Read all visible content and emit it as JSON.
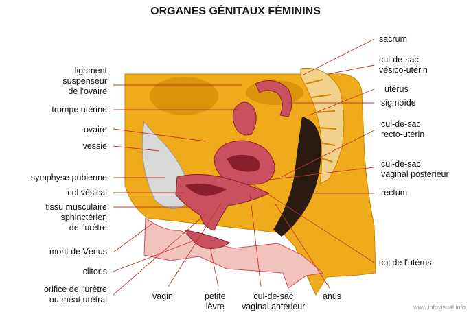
{
  "title": "ORGANES GÉNITAUX FÉMININS",
  "colors": {
    "tissue": "#f0ab1c",
    "tissue_dark": "#c98400",
    "skin": "#f2c2bc",
    "organ_red": "#c9505e",
    "organ_dark": "#8a1e2c",
    "bladder": "#d9d9d9",
    "bone": "#f2d28a",
    "line": "#c0392b"
  },
  "labels": {
    "sacrum": "sacrum",
    "cds_vesico": [
      "cul-de-sac",
      "vésico-utérin"
    ],
    "uterus": "utérus",
    "sigmoide": "sigmoïde",
    "cds_recto": [
      "cul-de-sac",
      "recto-utérin"
    ],
    "cds_vag_post": [
      "cul-de-sac",
      "vaginal postérieur"
    ],
    "rectum": "rectum",
    "col_uterus": "col de l'utérus",
    "ligament": [
      "ligament",
      "suspenseur",
      "de l'ovaire"
    ],
    "trompe": "trompe utérine",
    "ovaire": "ovaire",
    "vessie": "vessie",
    "symphyse": "symphyse pubienne",
    "col_vesical": "col vésical",
    "tissu": [
      "tissu musculaire",
      "sphinctérien",
      "de l'urètre"
    ],
    "mont": "mont de Vénus",
    "clitoris": "clitoris",
    "orifice": [
      "orifice de l'urètre",
      "ou méat urétral"
    ],
    "vagin": "vagin",
    "petite": [
      "petite",
      "lèvre"
    ],
    "cds_vag_ant": [
      "cul-de-sac",
      "vaginal antérieur"
    ],
    "anus": "anus"
  },
  "watermark": "www.infovisual.info"
}
